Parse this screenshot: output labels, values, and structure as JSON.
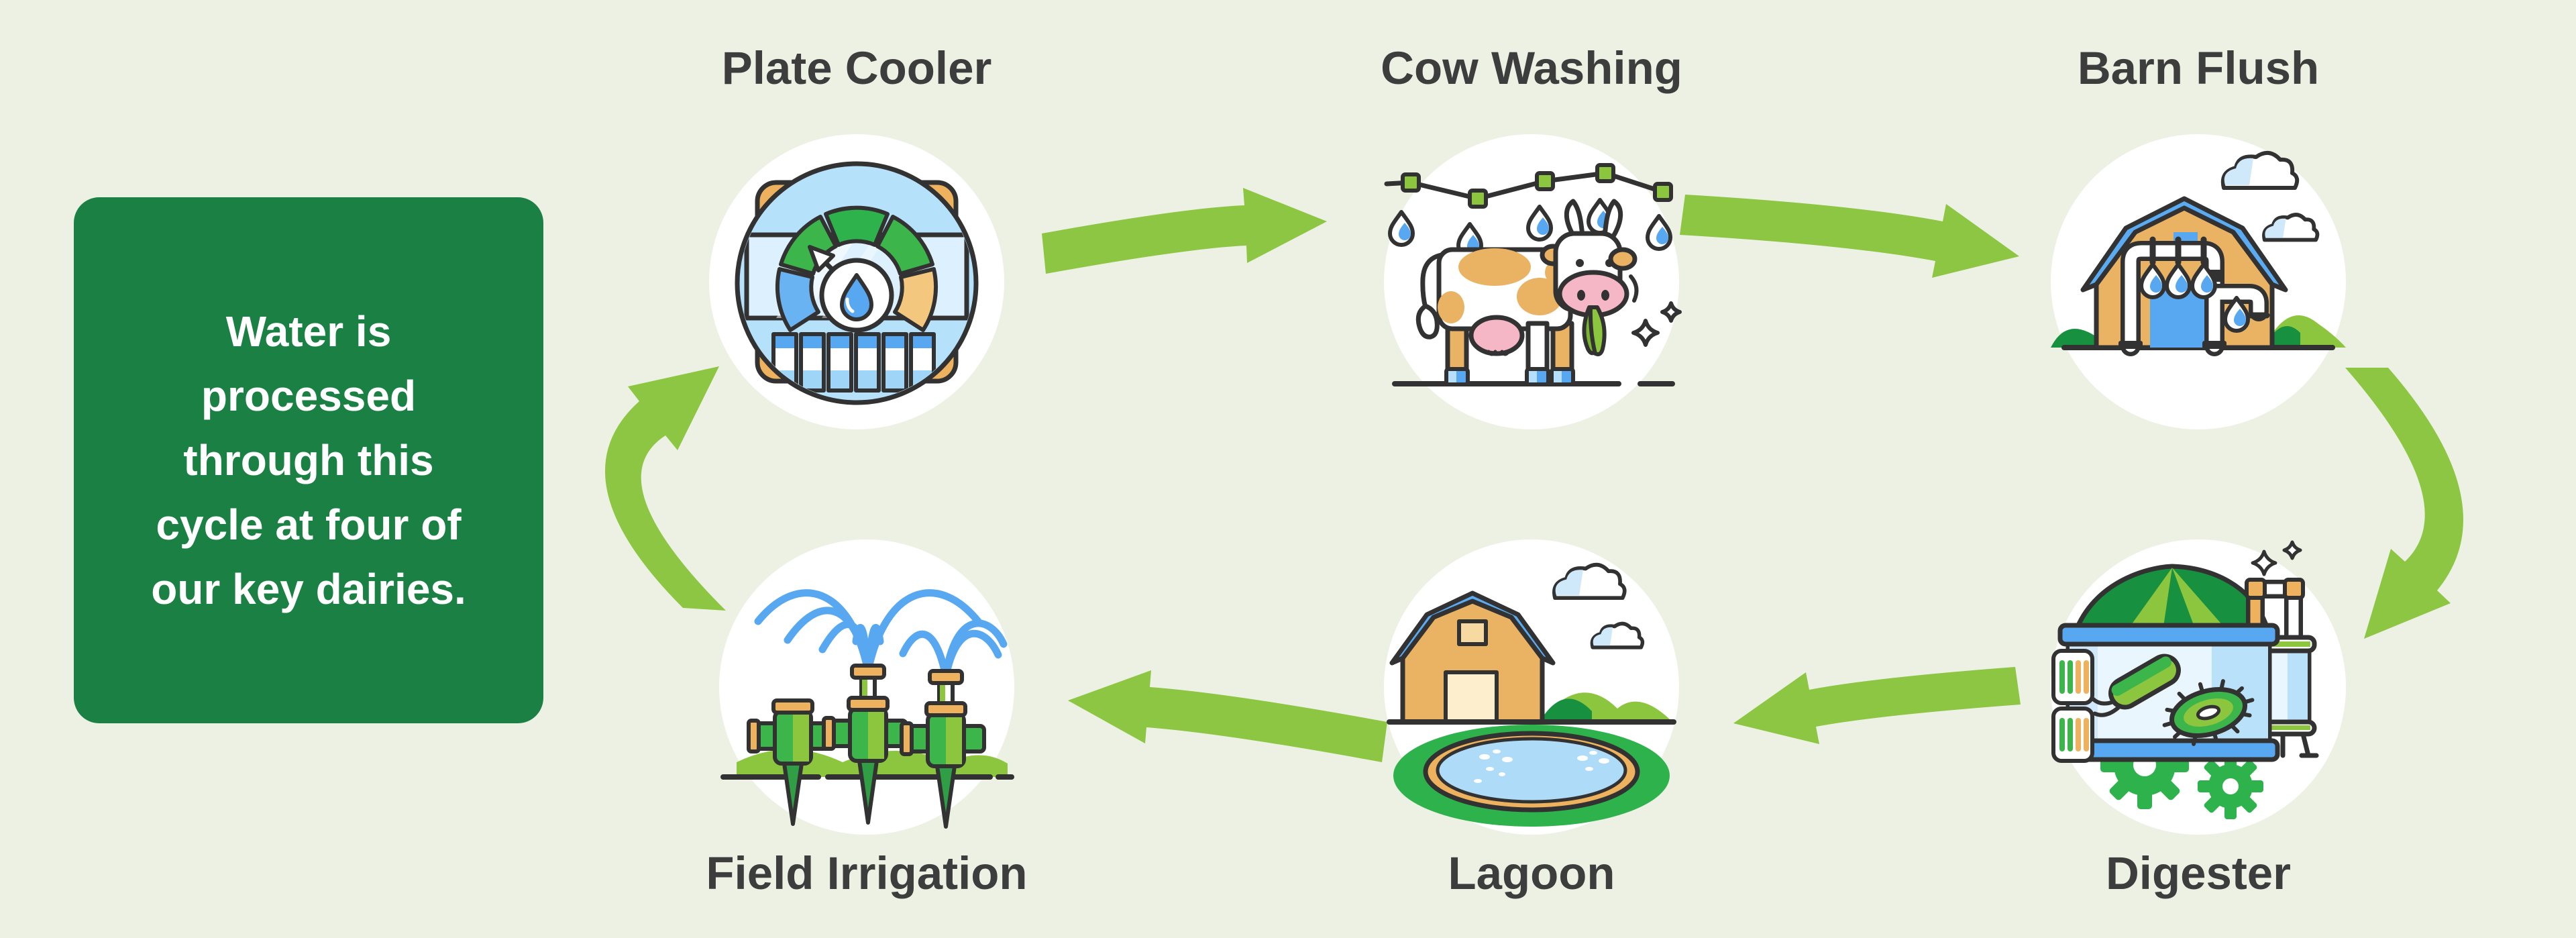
{
  "caption": {
    "text": "Water is processed through this cycle at four of our key dairies."
  },
  "stations": [
    {
      "id": "plate-cooler",
      "label": "Plate Cooler",
      "icon": "water-meter-icon"
    },
    {
      "id": "cow-washing",
      "label": "Cow Washing",
      "icon": "cow-sprinkler-icon"
    },
    {
      "id": "barn-flush",
      "label": "Barn Flush",
      "icon": "barn-pipes-icon"
    },
    {
      "id": "digester",
      "label": "Digester",
      "icon": "digester-tank-icon"
    },
    {
      "id": "lagoon",
      "label": "Lagoon",
      "icon": "barn-pond-icon"
    },
    {
      "id": "field-irrigation",
      "label": "Field Irrigation",
      "icon": "sprinklers-icon"
    }
  ],
  "flow_arrows": [
    {
      "from": "Plate Cooler",
      "to": "Cow Washing"
    },
    {
      "from": "Cow Washing",
      "to": "Barn Flush"
    },
    {
      "from": "Barn Flush",
      "to": "Digester"
    },
    {
      "from": "Digester",
      "to": "Lagoon"
    },
    {
      "from": "Lagoon",
      "to": "Field Irrigation"
    },
    {
      "from": "Field Irrigation",
      "to": "Plate Cooler"
    }
  ],
  "colors": {
    "background": "#edf1e3",
    "caption_box": "#1b8044",
    "caption_text": "#ffffff",
    "arrow_green": "#8cc643",
    "label_text": "#3d3d3d",
    "outline": "#323232",
    "water_blue": "#58a8f1",
    "light_blue": "#b5e1fa",
    "tan": "#eeb25f",
    "bright_green": "#2eb34c",
    "leaf_green": "#8cc63f",
    "dark_green": "#17913f",
    "pink": "#f5b7c6"
  }
}
